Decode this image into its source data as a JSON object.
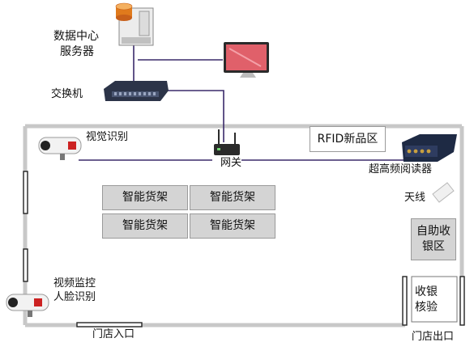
{
  "nodes": {
    "server": {
      "line1": "数据中心",
      "line2": "服务器"
    },
    "switch": {
      "label": "交换机"
    },
    "camera_top": {
      "label": "视觉识别"
    },
    "gateway": {
      "label": "网关"
    },
    "rfid_zone": {
      "label": "RFID新品区"
    },
    "uhf_reader": {
      "label": "超高频阅读器"
    },
    "antenna": {
      "label": "天线"
    },
    "self_checkout": {
      "line1": "自助收",
      "line2": "银区"
    },
    "checkout": {
      "line1": "收银",
      "line2": "核验"
    },
    "camera_bottom": {
      "line1": "视频监控",
      "line2": "人脸识别"
    },
    "entrance": {
      "label": "门店入口"
    },
    "exit": {
      "label": "门店出口"
    },
    "shelves": [
      "智能货架",
      "智能货架",
      "智能货架",
      "智能货架"
    ]
  },
  "colors": {
    "wall": "#c8c8c8",
    "network_line": "#3a2a6a",
    "shelf_fill": "#d4d4d4",
    "monitor_screen": "#e0606a"
  }
}
